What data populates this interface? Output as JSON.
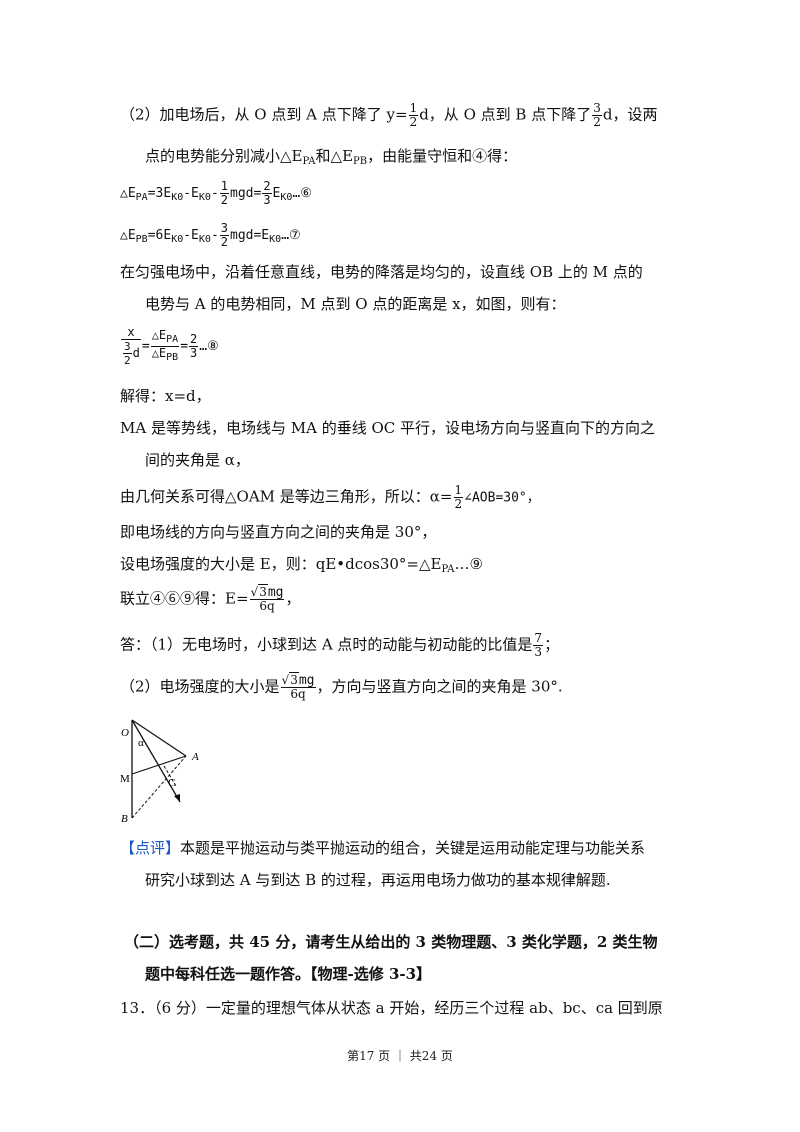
{
  "part2": {
    "l1a": "（2）加电场后，从 O 点到 A 点下降了 y=",
    "l1_num": "1",
    "l1_den": "2",
    "l1b": "d，从 O 点到 B 点下降了",
    "l1_num2": "3",
    "l1_den2": "2",
    "l1c": "d，设两",
    "l2a": "点的电势能分别减小△E",
    "l2_sub1": "PA",
    "l2b": "和△E",
    "l2_sub2": "PB",
    "l2c": "，由能量守恒和④得："
  },
  "eq6": {
    "a": "△E",
    "sub": "PA",
    "b": "=3E",
    "s1": "K0",
    "c": "-E",
    "s2": "K0",
    "d": "-",
    "fn": "1",
    "fd": "2",
    "e": "mgd=",
    "gn": "2",
    "gd": "3",
    "f": "E",
    "s3": "K0",
    "g": "…⑥"
  },
  "eq7": {
    "a": "△E",
    "sub": "PB",
    "b": "=6E",
    "s1": "K0",
    "c": "-E",
    "s2": "K0",
    "d": "-",
    "fn": "3",
    "fd": "2",
    "e": "mgd=E",
    "s3": "K0",
    "g": "…⑦"
  },
  "para1": {
    "l1": "在匀强电场中，沿着任意直线，电势的降落是均匀的，设直线 OB 上的 M 点的",
    "l2": "电势与 A 的电势相同，M 点到 O 点的距离是 x，如图，则有："
  },
  "eq8": {
    "xn": "x",
    "xd_n": "3",
    "xd_d": "2",
    "xd_tail": "d",
    "eq": "=",
    "en": "△E",
    "en_sub": "PA",
    "ed": "△E",
    "ed_sub": "PB",
    "eq2": "=",
    "rn": "2",
    "rd": "3",
    "tail": "…⑧"
  },
  "solve1": "解得：x=d，",
  "para2": {
    "l1": "MA 是等势线，电场线与 MA 的垂线 OC 平行，设电场方向与竖直向下的方向之",
    "l2": "间的夹角是 α，"
  },
  "para3": {
    "a": "由几何关系可得△OAM 是等边三角形，所以：α=",
    "fn": "1",
    "fd": "2",
    "b": "∠AOB=30°，"
  },
  "para4": "即电场线的方向与竖直方向之间的夹角是 30°，",
  "para5": {
    "a": "设电场强度的大小是 E，则：qE•dcos30°=△E",
    "sub": "PA",
    "b": "…⑨"
  },
  "para6": {
    "a": "联立④⑥⑨得：E=",
    "sq": "3",
    "num_tail": "mg",
    "den": "6q",
    "b": "，"
  },
  "answer1": {
    "a": "答：（1）无电场时，小球到达 A 点时的动能与初动能的比值是",
    "fn": "7",
    "fd": "3",
    "b": "；"
  },
  "answer2": {
    "a": "（2）电场强度的大小是",
    "sq": "3",
    "num_tail": "mg",
    "den": "6q",
    "b": "，方向与竖直方向之间的夹角是 30°."
  },
  "figure": {
    "O": "O",
    "alpha": "α",
    "A": "A",
    "M": "M",
    "C": "C",
    "B": "B"
  },
  "comment": {
    "tag": "【点评】",
    "l1": "本题是平抛运动与类平抛运动的组合，关键是运用动能定理与功能关系",
    "l2": "研究小球到达 A 与到达 B 的过程，再运用电场力做功的基本规律解题."
  },
  "section": {
    "l1": "（二）选考题，共 45 分，请考生从给出的 3 类物理题、3 类化学题，2 类生物",
    "l2": "题中每科任选一题作答。【物理-选修 3-3】"
  },
  "q13": "13．（6 分）一定量的理想气体从状态 a 开始，经历三个过程 ab、bc、ca 回到原",
  "footer": "第17 页 ｜ 共24 页",
  "colors": {
    "accent": "#1a56c7",
    "text": "#111111"
  }
}
